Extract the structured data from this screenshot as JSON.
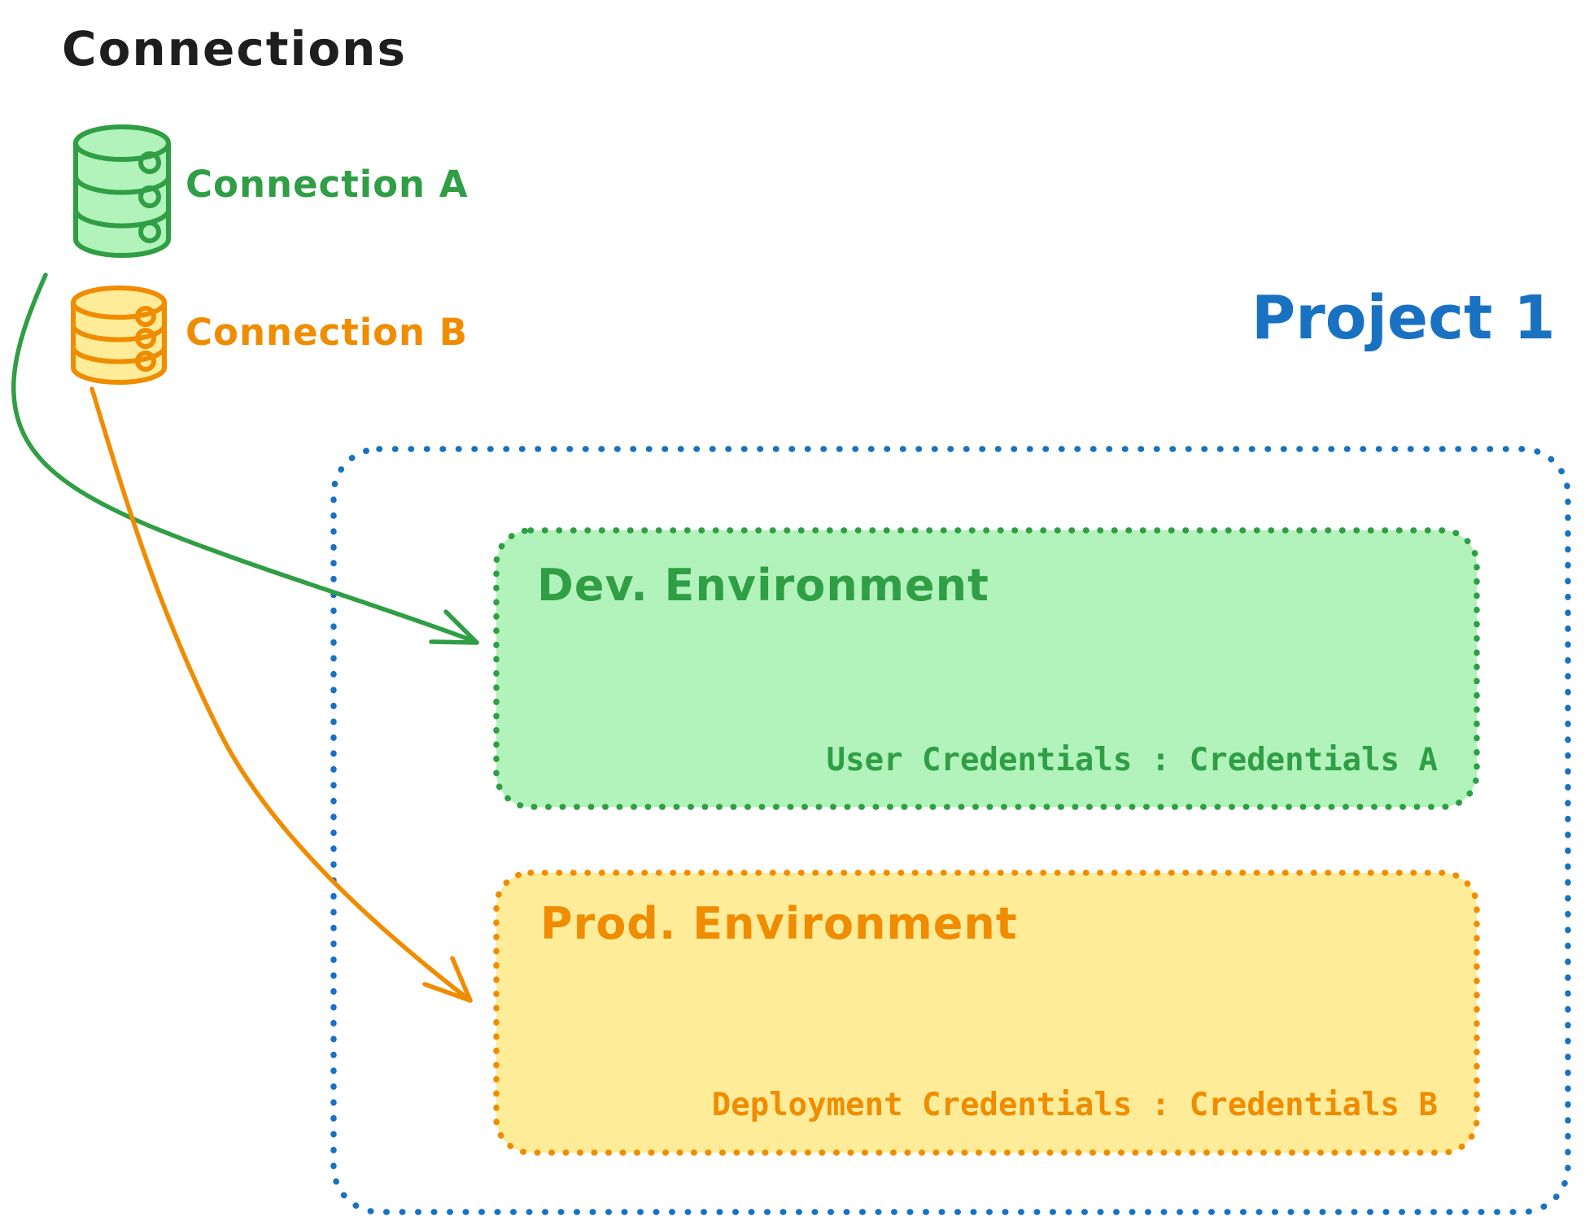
{
  "title": {
    "text": "Connections",
    "color": "#1e1e1e"
  },
  "connections": [
    {
      "label": "Connection A",
      "icon": "database-icon",
      "stroke": "#2f9e44",
      "fill": "#b2f2bb"
    },
    {
      "label": "Connection B",
      "icon": "database-icon",
      "stroke": "#f08c00",
      "fill": "#ffec99"
    }
  ],
  "project": {
    "label": "Project 1",
    "color": "#1971c2",
    "environments": [
      {
        "name": "Dev. Environment",
        "credentials": "User Credentials : Credentials A",
        "stroke": "#2f9e44",
        "fill": "#b2f2bb"
      },
      {
        "name": "Prod. Environment",
        "credentials": "Deployment Credentials : Credentials B",
        "stroke": "#f08c00",
        "fill": "#ffec99"
      }
    ]
  },
  "arrows": [
    {
      "name": "connection-a-to-dev-environment",
      "color": "#2f9e44"
    },
    {
      "name": "connection-b-to-prod-environment",
      "color": "#f08c00"
    }
  ]
}
